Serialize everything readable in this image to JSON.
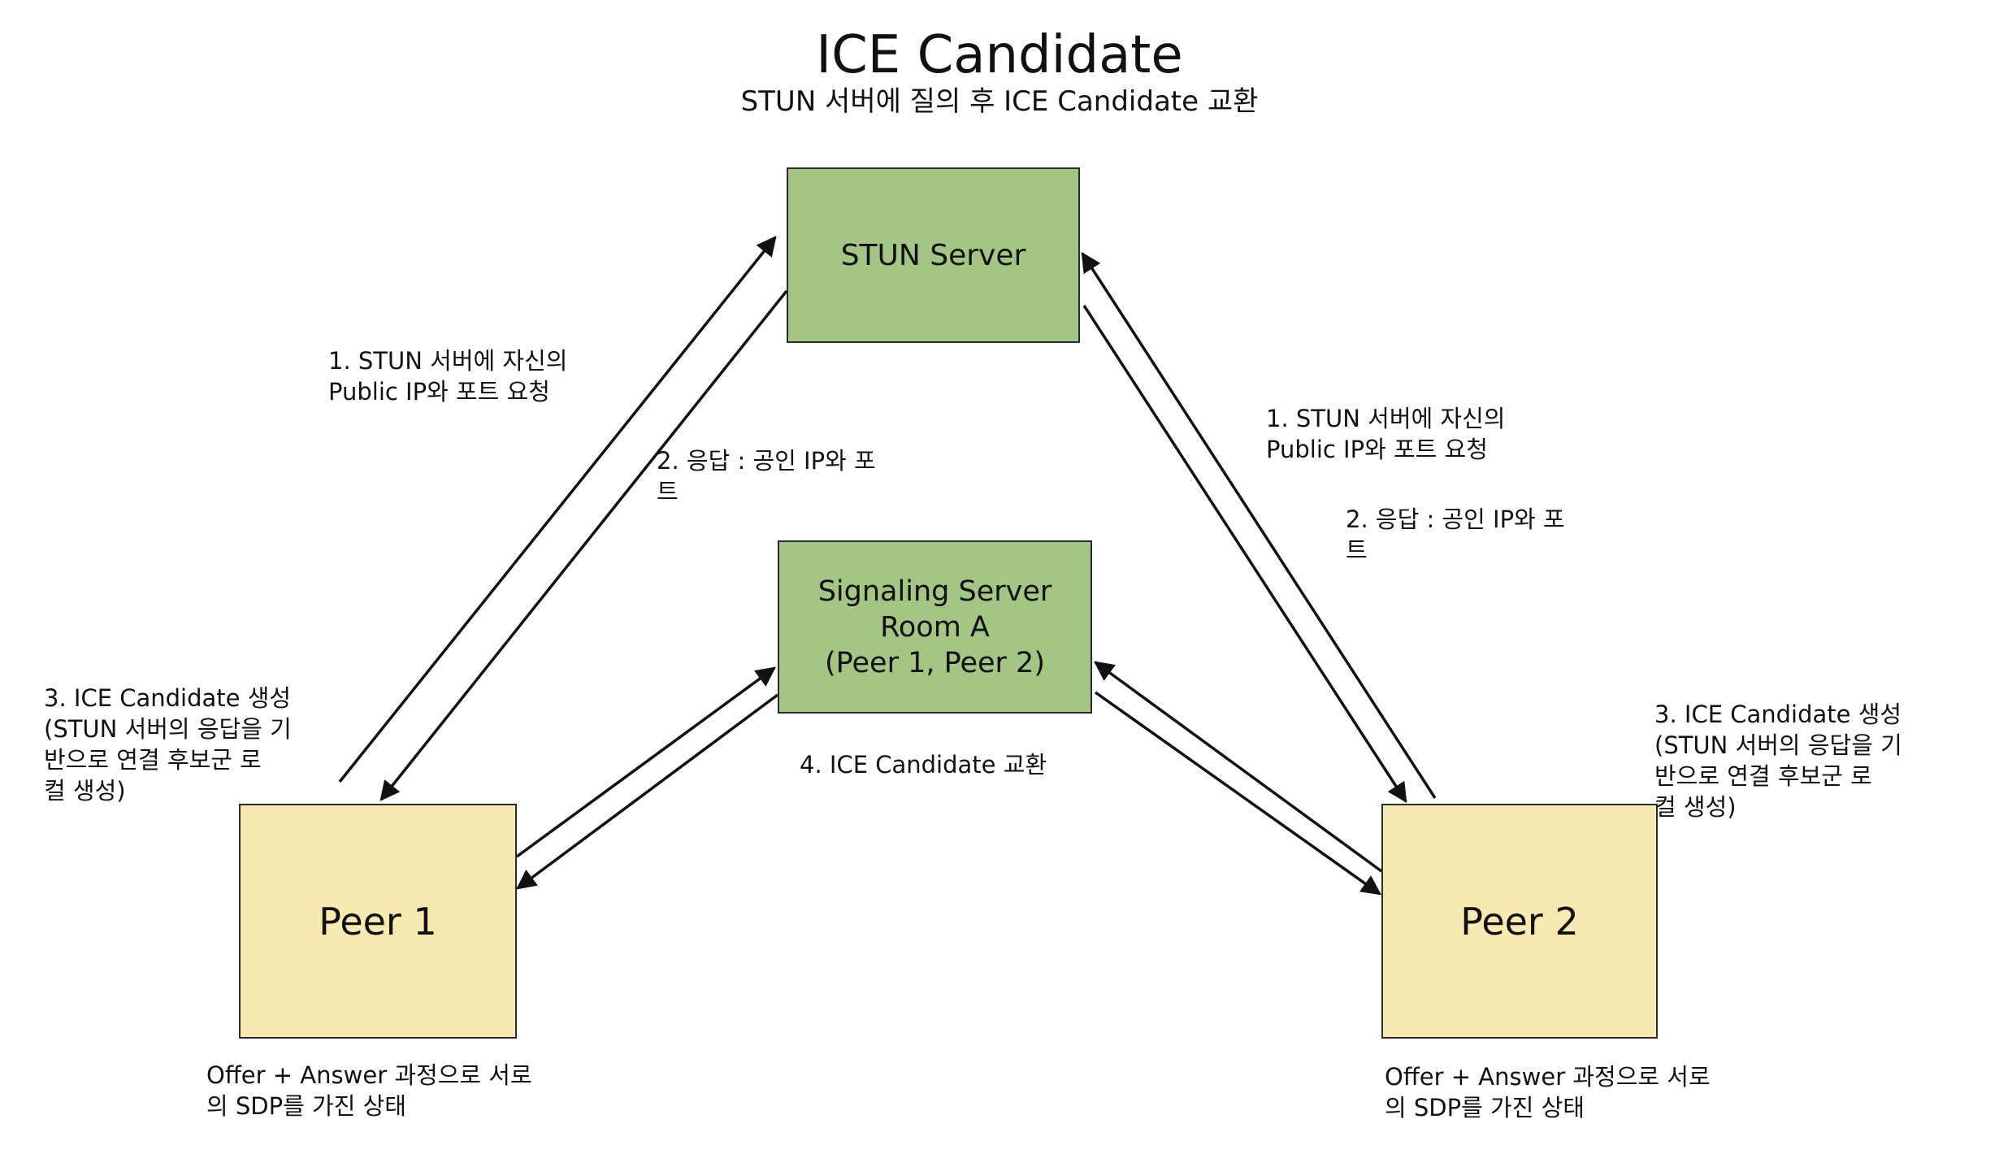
{
  "title": "ICE Candidate",
  "subtitle": "STUN 서버에 질의 후 ICE Candidate 교환",
  "nodes": {
    "stun": "STUN Server",
    "signaling": [
      "Signaling Server",
      "Room A",
      "(Peer 1, Peer 2)"
    ],
    "peer1": "Peer 1",
    "peer2": "Peer 2"
  },
  "labels": {
    "left_step1": "1. STUN 서버에 자신의\nPublic IP와 포트 요청",
    "left_step2": "2. 응답 : 공인 IP와 포\n트",
    "right_step1": "1. STUN 서버에 자신의\nPublic IP와 포트 요청",
    "right_step2": "2. 응답 : 공인 IP와 포\n트",
    "left_step3": "3. ICE Candidate 생성\n(STUN 서버의 응답을 기\n반으로 연결 후보군 로\n컬 생성)",
    "right_step3": "3. ICE Candidate 생성\n(STUN 서버의 응답을 기\n반으로 연결 후보군 로\n컬 생성)",
    "step4": "4. ICE Candidate 교환",
    "peer1_note": "Offer + Answer 과정으로 서로\n의 SDP를 가진 상태",
    "peer2_note": "Offer + Answer 과정으로 서로\n의 SDP를 가진 상태"
  },
  "colors": {
    "server_fill": "#a3c585",
    "peer_fill": "#f8e8b2",
    "stroke": "#111111"
  }
}
